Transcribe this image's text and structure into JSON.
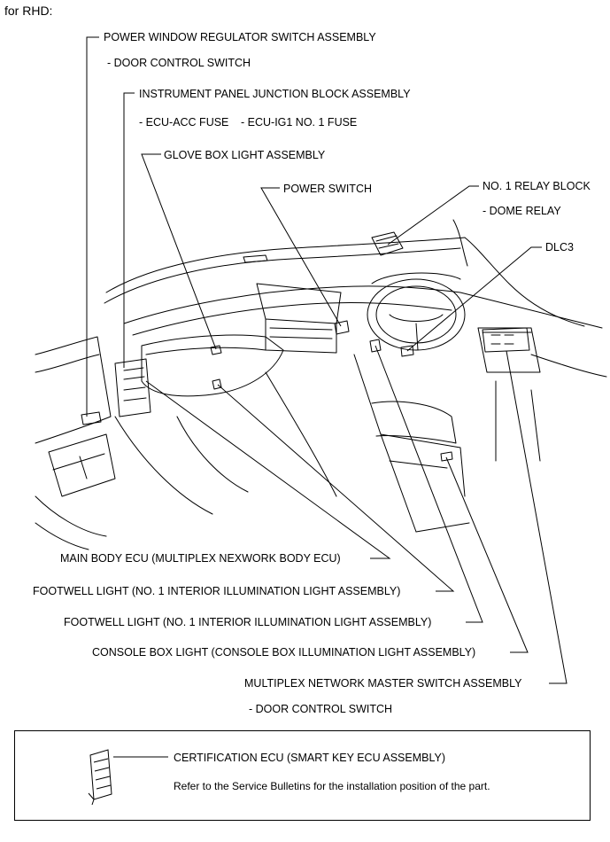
{
  "heading": "for RHD:",
  "labels": {
    "pwr_switch_assy": "POWER WINDOW REGULATOR SWITCH ASSEMBLY",
    "door_control_switch_1": "- DOOR CONTROL SWITCH",
    "ip_junction_block": "INSTRUMENT PANEL JUNCTION BLOCK ASSEMBLY",
    "ecu_acc_fuse": "- ECU-ACC FUSE",
    "ecu_ig1_fuse": "- ECU-IG1 NO. 1 FUSE",
    "glove_box_light": "GLOVE BOX LIGHT ASSEMBLY",
    "power_switch": "POWER SWITCH",
    "no1_relay_block": "NO. 1 RELAY BLOCK",
    "dome_relay": "- DOME  RELAY",
    "dlc3": "DLC3",
    "main_body_ecu": "MAIN BODY ECU (MULTIPLEX NEXWORK BODY ECU)",
    "footwell_light_1": "FOOTWELL LIGHT (NO. 1 INTERIOR ILLUMINATION LIGHT ASSEMBLY)",
    "footwell_light_2": "FOOTWELL LIGHT (NO. 1 INTERIOR ILLUMINATION LIGHT ASSEMBLY)",
    "console_box_light": "CONSOLE BOX LIGHT (CONSOLE BOX ILLUMINATION LIGHT ASSEMBLY)",
    "mpx_master_switch": "MULTIPLEX NETWORK MASTER SWITCH ASSEMBLY",
    "door_control_switch_2": "- DOOR CONTROL SWITCH"
  },
  "note_box": {
    "title": "CERTIFICATION ECU (SMART KEY ECU ASSEMBLY)",
    "text": "Refer to the Service Bulletins for the installation position of the part."
  }
}
